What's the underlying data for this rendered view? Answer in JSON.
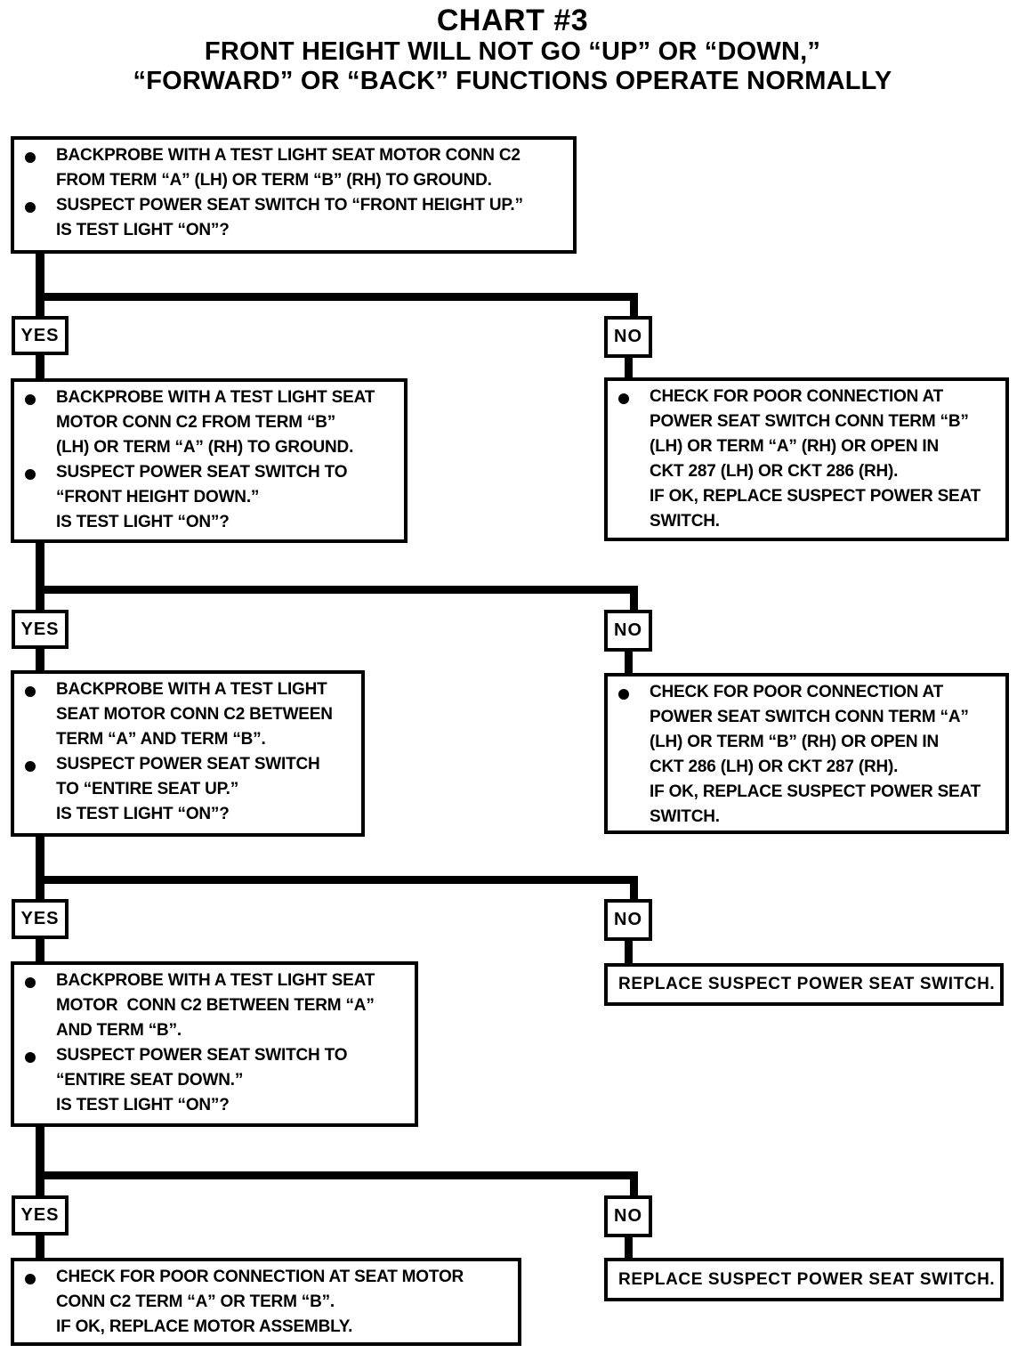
{
  "title": {
    "line1": "CHART #3",
    "line2": "FRONT HEIGHT WILL NOT GO “UP” OR “DOWN,”",
    "line3": "“FORWARD” OR “BACK” FUNCTIONS OPERATE NORMALLY"
  },
  "labels": {
    "yes": "YES",
    "no": "NO"
  },
  "colors": {
    "ink": "#000000",
    "paper": "#ffffff"
  },
  "flowchart": {
    "q1": {
      "bullets": [
        [
          "BACKPROBE WITH A TEST LIGHT SEAT MOTOR CONN C2",
          "FROM TERM “A” (LH) OR TERM “B” (RH) TO GROUND."
        ],
        [
          "SUSPECT POWER SEAT SWITCH TO “FRONT HEIGHT UP.”",
          "IS TEST LIGHT “ON”?"
        ]
      ]
    },
    "q2": {
      "bullets": [
        [
          "BACKPROBE WITH A TEST LIGHT SEAT",
          "MOTOR CONN C2 FROM TERM “B”",
          "(LH) OR TERM “A” (RH) TO GROUND."
        ],
        [
          "SUSPECT POWER SEAT SWITCH TO",
          "“FRONT HEIGHT DOWN.”",
          "IS TEST LIGHT “ON”?"
        ]
      ]
    },
    "a1": {
      "bullets": [
        [
          "CHECK FOR POOR CONNECTION AT",
          "POWER SEAT SWITCH CONN TERM “B”",
          "(LH) OR TERM “A” (RH) OR OPEN IN",
          "CKT 287 (LH) OR CKT 286 (RH).",
          "IF OK, REPLACE SUSPECT POWER SEAT",
          "SWITCH."
        ]
      ]
    },
    "q3": {
      "bullets": [
        [
          "BACKPROBE WITH A TEST LIGHT",
          "SEAT MOTOR CONN C2 BETWEEN",
          "TERM “A” AND TERM “B”."
        ],
        [
          "SUSPECT POWER SEAT SWITCH",
          "TO “ENTIRE SEAT UP.”",
          "IS TEST LIGHT “ON”?"
        ]
      ]
    },
    "a2": {
      "bullets": [
        [
          "CHECK FOR POOR CONNECTION AT",
          "POWER SEAT SWITCH CONN TERM “A”",
          "(LH) OR TERM “B” (RH) OR OPEN IN",
          "CKT 286 (LH) OR CKT 287 (RH).",
          "IF OK, REPLACE SUSPECT POWER SEAT",
          "SWITCH."
        ]
      ]
    },
    "q4": {
      "bullets": [
        [
          "BACKPROBE WITH A TEST LIGHT SEAT",
          "MOTOR  CONN C2 BETWEEN TERM “A”",
          "AND TERM “B”."
        ],
        [
          "SUSPECT POWER SEAT SWITCH TO",
          "“ENTIRE SEAT DOWN.”",
          "IS TEST LIGHT “ON”?"
        ]
      ]
    },
    "a3": {
      "text": "REPLACE SUSPECT POWER SEAT SWITCH."
    },
    "q5": {
      "bullets": [
        [
          "CHECK FOR POOR CONNECTION AT SEAT MOTOR",
          "CONN C2 TERM “A” OR TERM “B”.",
          "IF OK, REPLACE MOTOR ASSEMBLY."
        ]
      ]
    },
    "a4": {
      "text": "REPLACE SUSPECT POWER SEAT SWITCH."
    }
  }
}
